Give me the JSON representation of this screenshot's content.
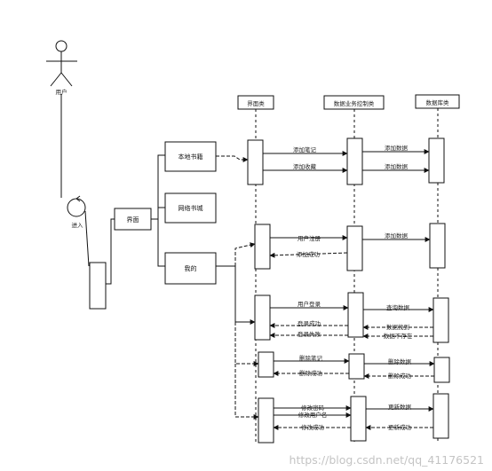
{
  "actor": {
    "name": "用户"
  },
  "enter_label": "进入",
  "nodes": {
    "interface": "界面",
    "local_books": "本地书籍",
    "network_books": "网络书城",
    "mine": "我的"
  },
  "lifelines": {
    "ui_class": "界面类",
    "business_control_class": "数据业务控制类",
    "database_class": "数据库类"
  },
  "messages": {
    "add_note": "添加笔记",
    "add_favorite": "添加收藏",
    "add_data_1": "添加数据",
    "add_data_2": "添加数据",
    "user_register": "用户注册",
    "add_data_3": "添加数据",
    "add_success": "添加成功",
    "user_login": "用户登录",
    "query_data": "查询数据",
    "login_success": "登录成功",
    "data_found": "数据找到",
    "login_fail": "登录失败",
    "data_not_exist": "数据不存在",
    "delete_note": "删除笔记",
    "delete_data": "删除数据",
    "delete_success_1": "删除成功",
    "delete_success_2": "删除成功",
    "modify_password": "修改密码",
    "update_data": "更新数据",
    "modify_username": "修改用户名",
    "modify_success": "修改成功",
    "update_success": "更新成功"
  },
  "watermark": "https://blog.csdn.net/qq_41176521"
}
